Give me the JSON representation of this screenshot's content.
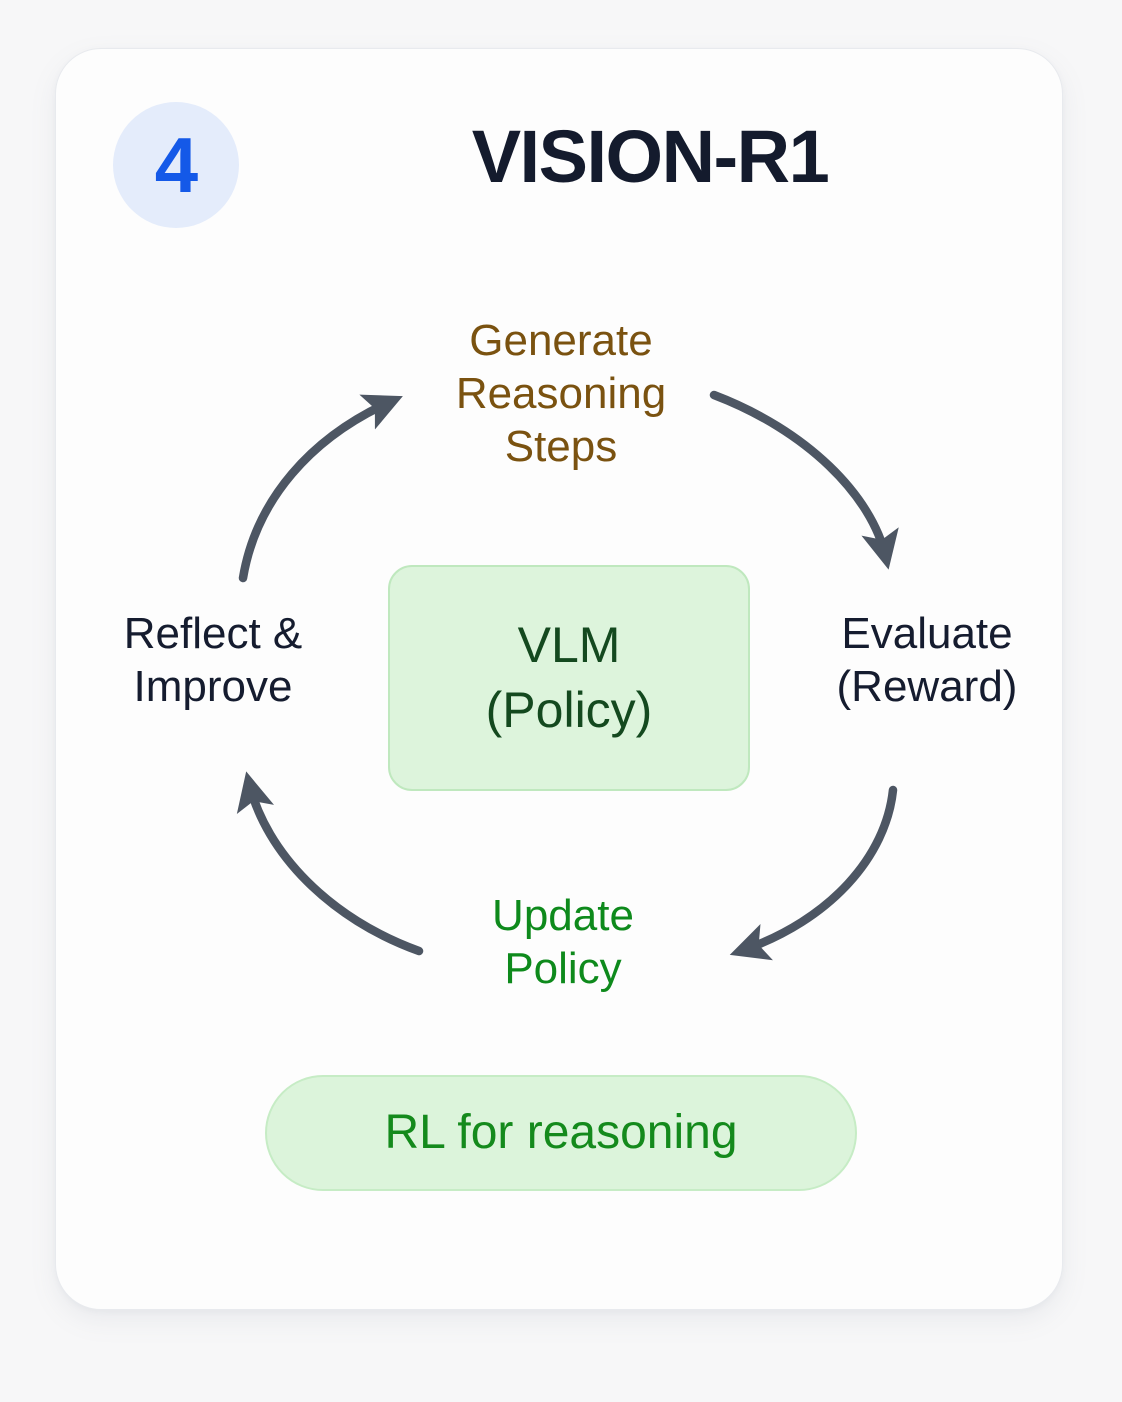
{
  "background_color": "#f7f7f8",
  "card": {
    "background_color": "#fdfdfd",
    "border_color": "#e8eaee"
  },
  "header": {
    "badge_number": "4",
    "badge_bg_color": "#e4ecfb",
    "badge_text_color": "#1459e8",
    "title": "VISION-R1",
    "title_color": "#141b2d"
  },
  "cycle": {
    "steps": [
      {
        "id": "generate",
        "label": "Generate\nReasoning\nSteps",
        "color": "#7a5210",
        "position": "top"
      },
      {
        "id": "evaluate",
        "label": "Evaluate\n(Reward)",
        "color": "#151c2f",
        "position": "right"
      },
      {
        "id": "update",
        "label": "Update\nPolicy",
        "color": "#0e8a1c",
        "position": "bottom"
      },
      {
        "id": "reflect",
        "label": "Reflect &\nImprove",
        "color": "#151c2f",
        "position": "left"
      }
    ],
    "arrow_color": "#4d5663",
    "direction": "clockwise"
  },
  "center_box": {
    "text": "VLM\n(Policy)",
    "background_color": "#ddf4dc",
    "border_color": "#bfe8be",
    "text_color": "#14491f"
  },
  "footer_pill": {
    "text": "RL for reasoning",
    "background_color": "#dcf4db",
    "border_color": "#c6ecc5",
    "text_color": "#148a1c"
  }
}
